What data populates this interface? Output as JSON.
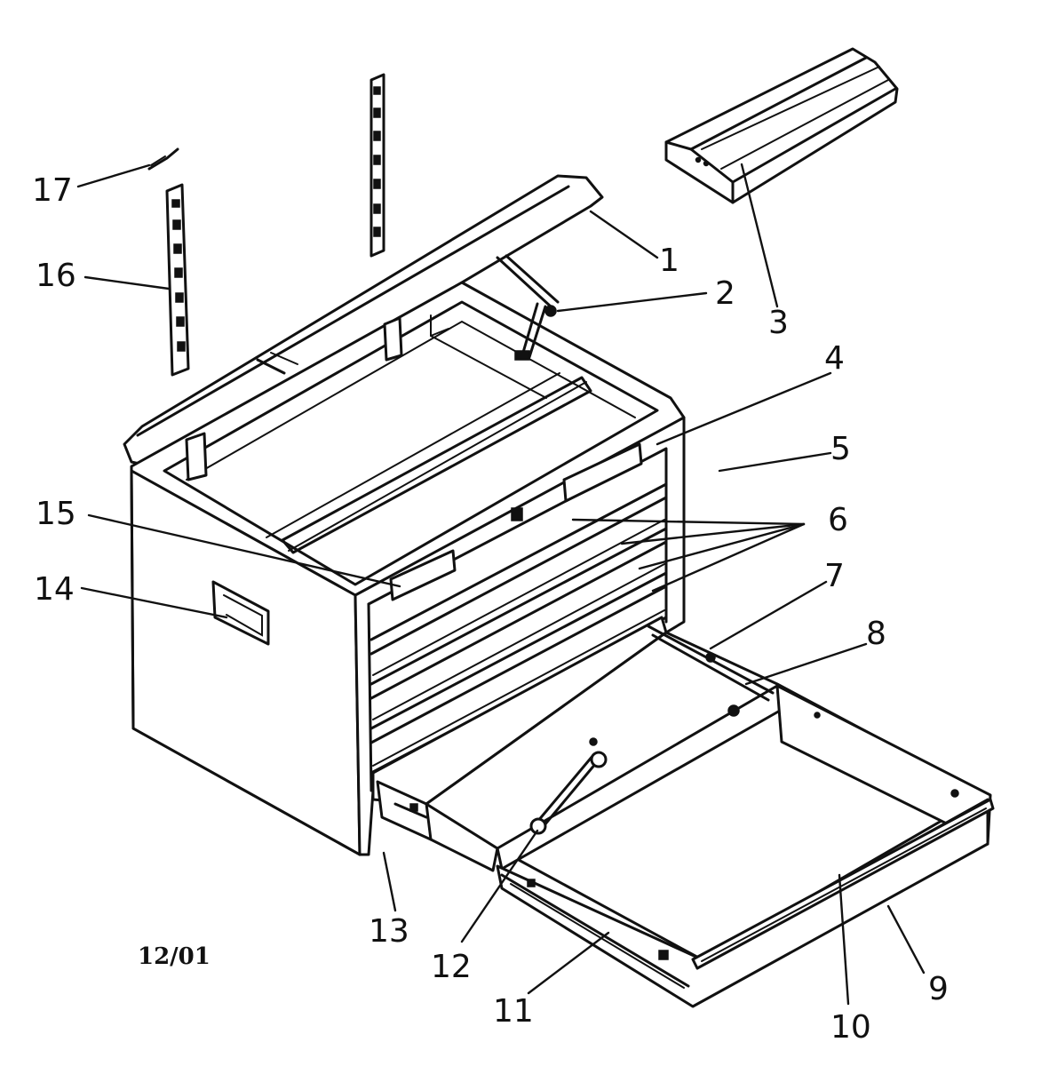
{
  "drawing": {
    "date_code": "12/01",
    "callouts": {
      "c1": "1",
      "c2": "2",
      "c3": "3",
      "c4": "4",
      "c5": "5",
      "c6": "6",
      "c7": "7",
      "c8": "8",
      "c9": "9",
      "c10": "10",
      "c11": "11",
      "c12": "12",
      "c13": "13",
      "c14": "14",
      "c15": "15",
      "c16": "16",
      "c17": "17"
    }
  }
}
